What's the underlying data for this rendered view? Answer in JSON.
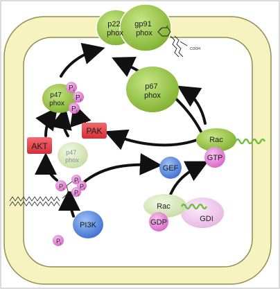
{
  "labels": {
    "p22phox": [
      "p22",
      "phox"
    ],
    "gp91phox": [
      "gp91",
      "phox"
    ],
    "cooh": "COOH",
    "p67phox": [
      "p67",
      "phox"
    ],
    "p47phox_top": [
      "p47",
      "phox"
    ],
    "p47phox_inactive": [
      "p47",
      "phox"
    ],
    "pak": "PAK",
    "akt": "AKT",
    "rac_active": "Rac",
    "gtp": "GTP",
    "gef": "GEF",
    "rac_inactive": "Rac",
    "gdp": "GDP",
    "gdi": "GDI",
    "pi3k": "PI3K",
    "pi_p": "P",
    "pi_i": "i"
  },
  "colors": {
    "membrane_fill": "#f7f3c0",
    "membrane_stroke": "#8e8e4f",
    "cytosol": "#ffffff",
    "green_main": "#8fc43b",
    "green_light": "#cde3a5",
    "phosphate": "#e57fd7",
    "kinase_red": "#e5424a",
    "gef_blue": "#4b7fd9",
    "gdi_pink": "#f1c8ef"
  }
}
